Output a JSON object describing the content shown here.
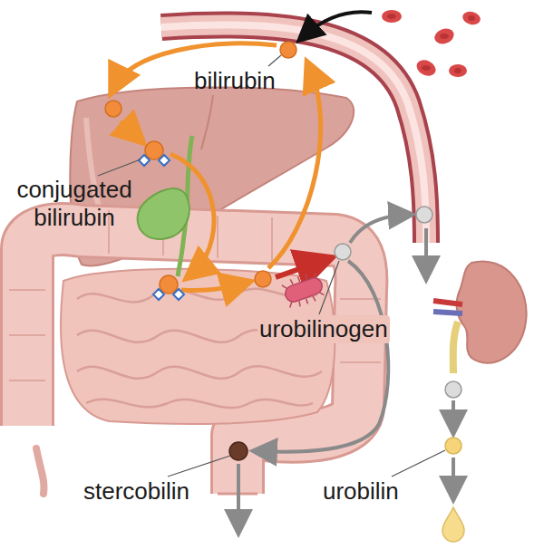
{
  "diagram": {
    "labels": [
      "bilirubin",
      "conjugated bilirubin",
      "urobilinogen",
      "stercobilin",
      "urobilin"
    ]
  }
}
